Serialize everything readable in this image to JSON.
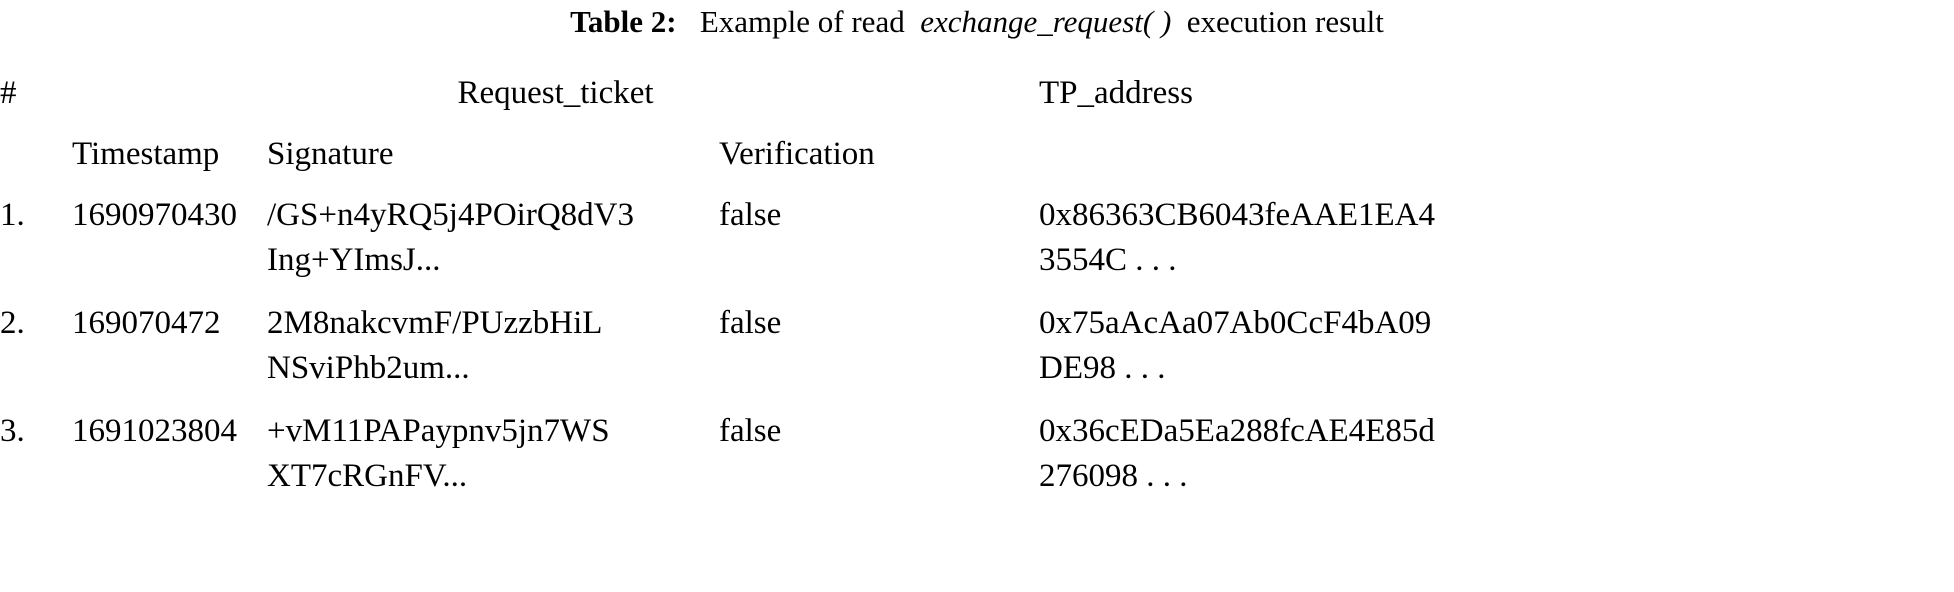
{
  "caption": {
    "label": "Table 2:",
    "text_before": "Example of read",
    "emphasis": "exchange_request( )",
    "text_after": "execution result"
  },
  "table": {
    "header_groups": [
      {
        "label": "#",
        "span": 1,
        "align": "left",
        "rule_below": false
      },
      {
        "label": "Request_ticket",
        "span": 3,
        "align": "center",
        "rule_below": true
      },
      {
        "label": "TP_address",
        "span": 1,
        "align": "left",
        "rule_below": false
      }
    ],
    "sub_headers": [
      "",
      "Timestamp",
      "Signature",
      "Verification",
      ""
    ],
    "columns": [
      "#",
      "Timestamp",
      "Signature",
      "Verification",
      "TP_address"
    ],
    "rows": [
      {
        "num": "1.",
        "timestamp": "1690970430",
        "signature_line1": "/GS+n4yRQ5j4POirQ8dV3",
        "signature_line2": "Ing+YImsJ...",
        "verification": "false",
        "address_line1": "0x86363CB6043feAAE1EA4",
        "address_line2": "3554C . . ."
      },
      {
        "num": "2.",
        "timestamp": "169070472",
        "signature_line1": "2M8nakcvmF/PUzzbHiL",
        "signature_line2": "NSviPhb2um...",
        "verification": "false",
        "address_line1": "0x75aAcAa07Ab0CcF4bA09",
        "address_line2": "DE98 . . ."
      },
      {
        "num": "3.",
        "timestamp": "1691023804",
        "signature_line1": "+vM11PAPaypnv5jn7WS",
        "signature_line2": "XT7cRGnFV...",
        "verification": "false",
        "address_line1": "0x36cEDa5Ea288fcAE4E85d",
        "address_line2": "276098 . . ."
      }
    ]
  },
  "colors": {
    "text": "#000000",
    "rule": "#000000",
    "background": "#ffffff"
  }
}
